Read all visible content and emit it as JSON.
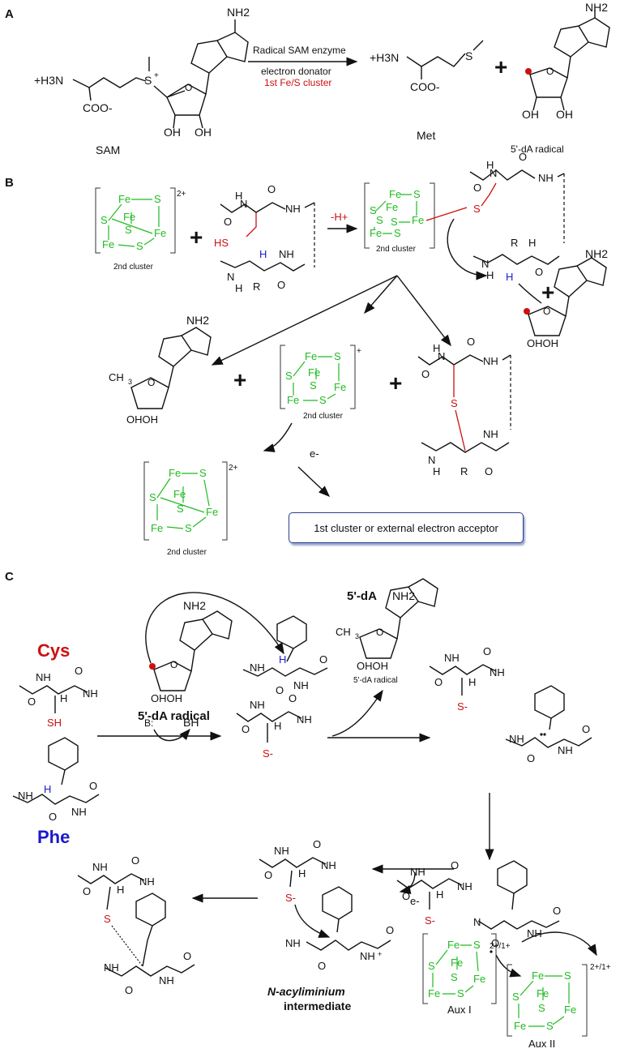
{
  "panels": {
    "a": "A",
    "b": "B",
    "c": "C"
  },
  "panel_a": {
    "reactant": "SAM",
    "arrow_top": "Radical SAM enzyme",
    "arrow_middle": "electron donator",
    "arrow_bottom": "1st Fe/S cluster",
    "product_1": "Met",
    "product_2": "5'-dA radical",
    "nh2": "NH2",
    "amine": "+H3N",
    "carboxylate": "COO-",
    "oh": "OH",
    "plus": "+"
  },
  "panel_b": {
    "cluster_label": "2nd cluster",
    "charge_2plus": "2+",
    "charge_plus": "+",
    "deprotonation": "-H+",
    "thiol": "HS",
    "electron": "e-",
    "acceptor_box": "1st cluster or external electron acceptor",
    "r_group": "R",
    "h_atom": "H",
    "plus": "+"
  },
  "panel_c": {
    "cys_label": "Cys",
    "phe_label": "Phe",
    "radical_label": "5'-dA radical",
    "radical_label_small": "5'-dA radical",
    "dA_label": "5'-dA",
    "base": "B:",
    "base_h": "BH",
    "thiolate": "S-",
    "sh": "SH",
    "electron": "e-",
    "intermediate_line1": "N-acyliminium",
    "intermediate_line2": "intermediate",
    "aux1": "Aux I",
    "aux2": "Aux II",
    "aux_charge": "2+/1+",
    "ch3": "CH3",
    "nh2": "NH2"
  },
  "colors": {
    "cluster": "#22bb22",
    "sulfur_highlight": "#cc1111",
    "hydrogen_highlight": "#1a1acc",
    "cys_label": "#cc1111",
    "phe_label": "#1a1acc"
  }
}
